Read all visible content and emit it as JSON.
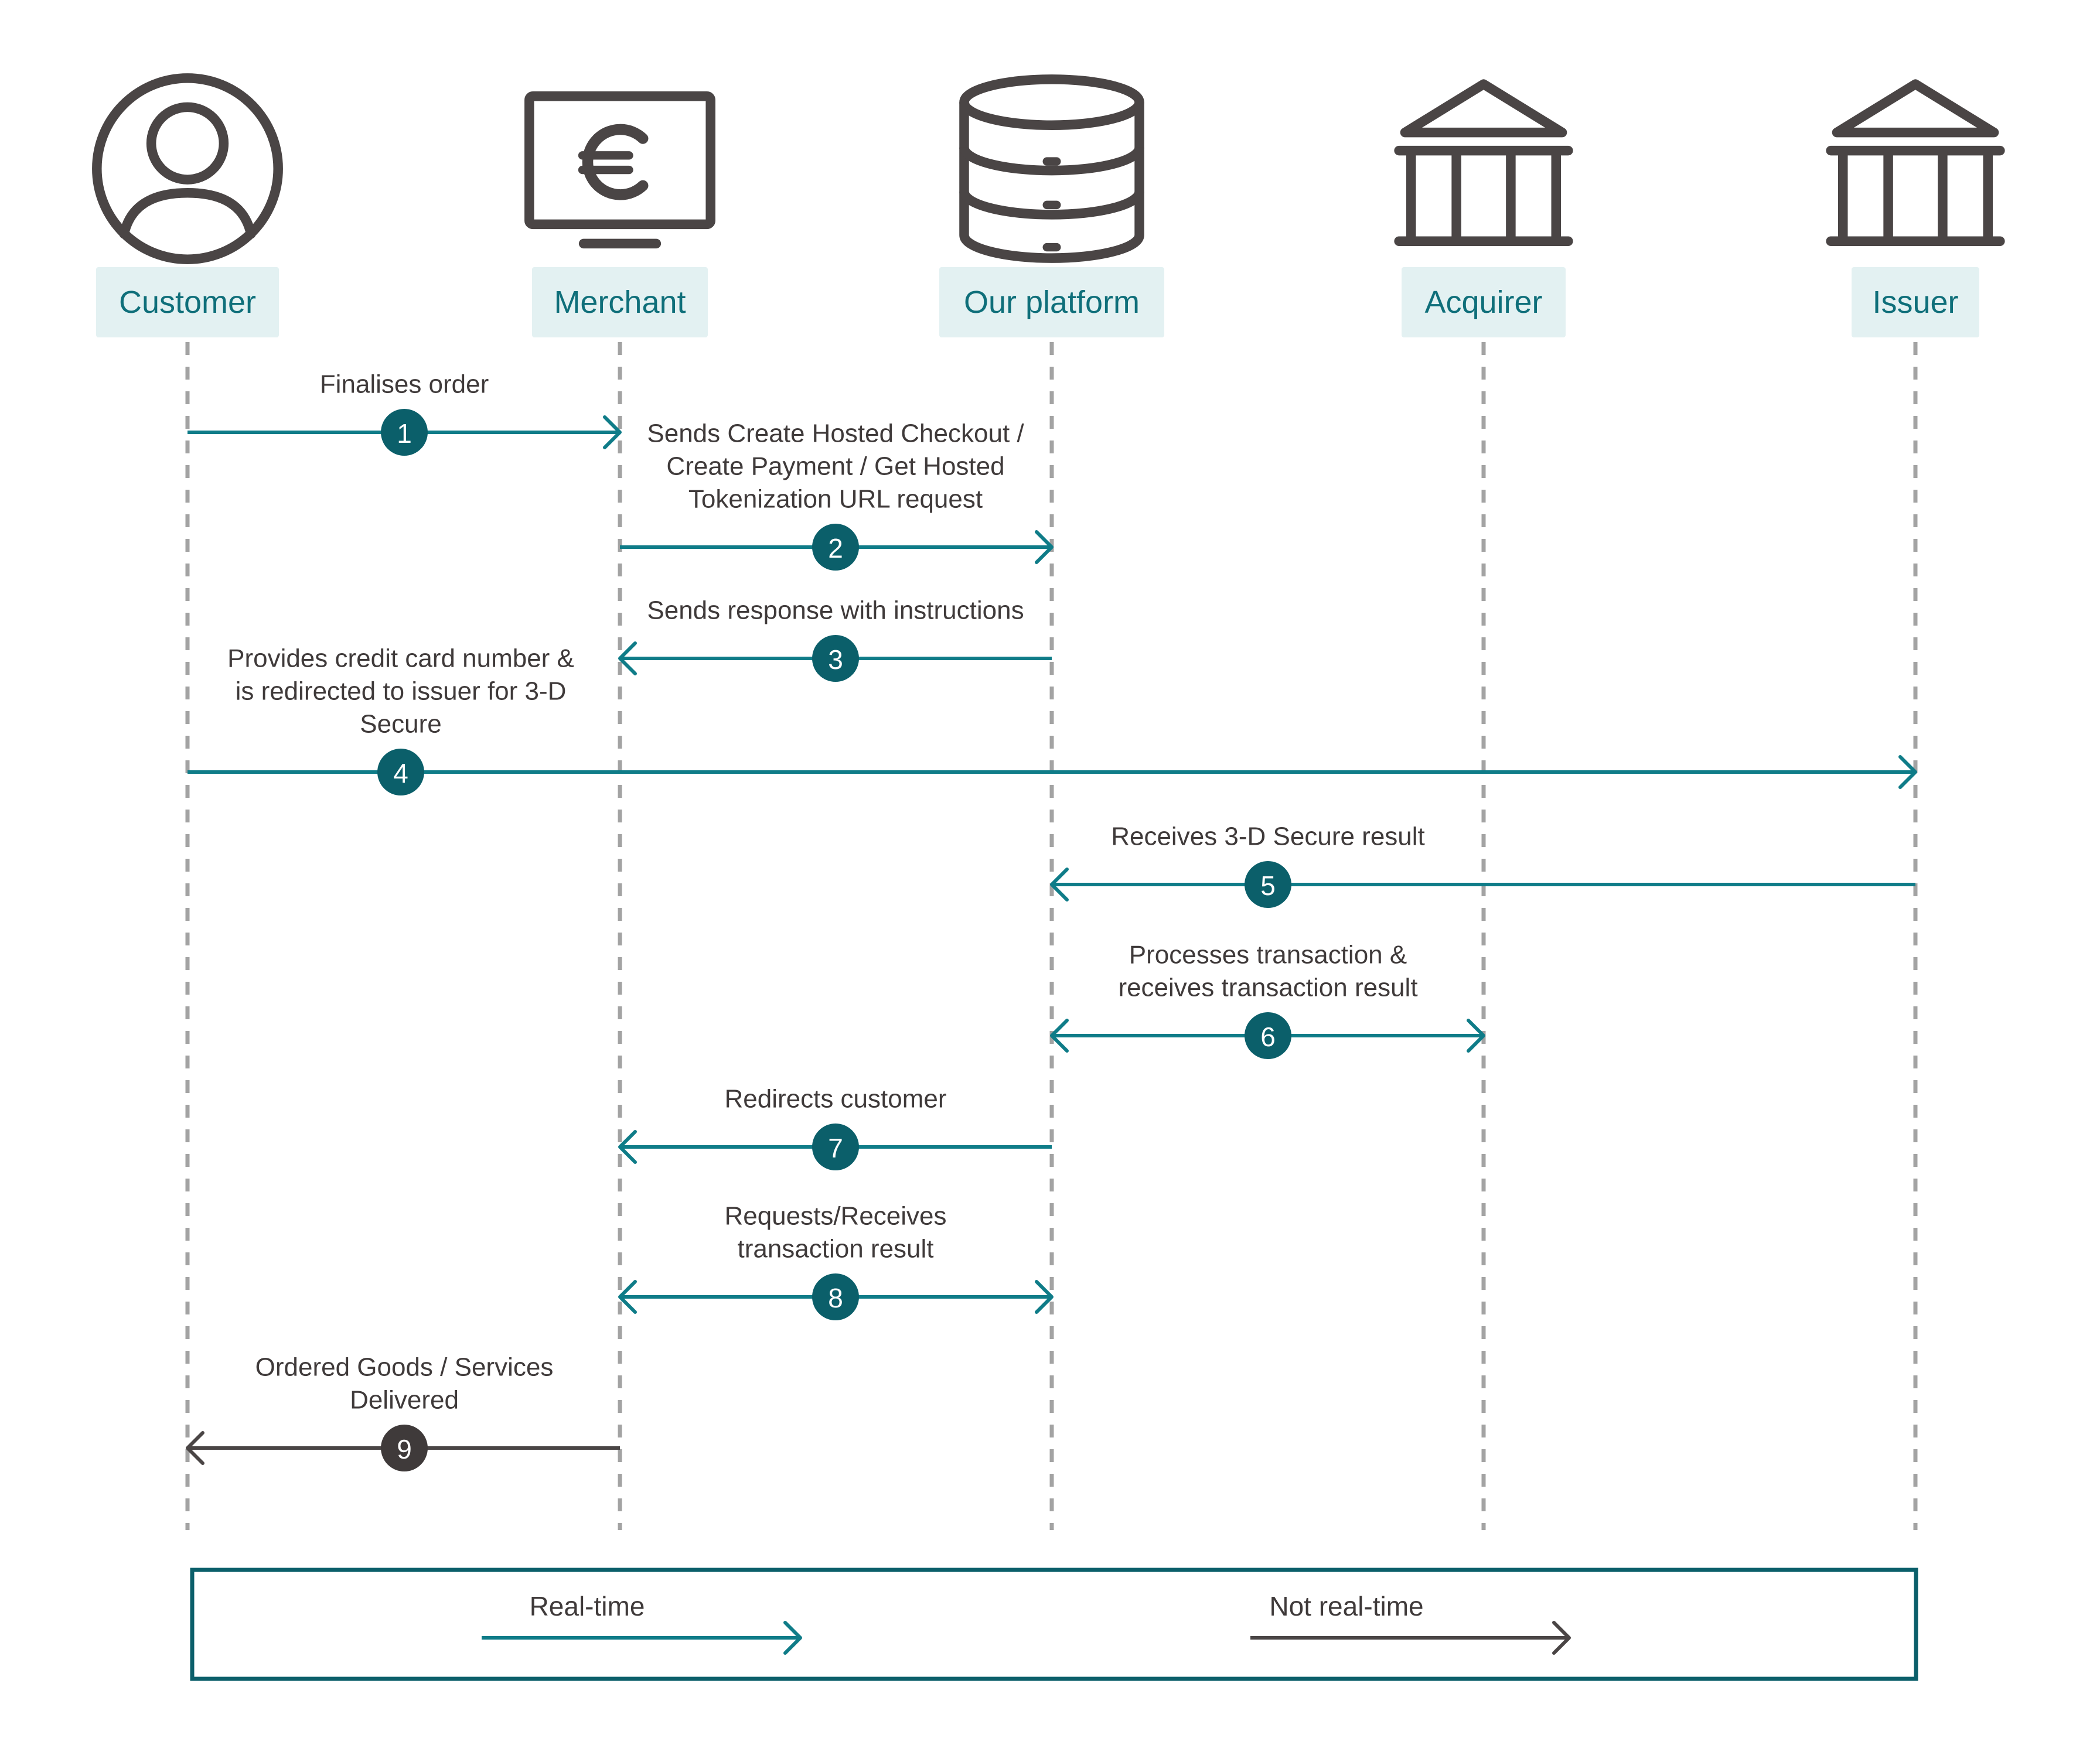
{
  "colors": {
    "teal": "#0f7c88",
    "dark_teal": "#0b5f6a",
    "label_bg": "#e3f1f2",
    "label_text": "#0f6f7a",
    "icon": "#4a4545",
    "text": "#3f3a3a",
    "lifeline": "#a3a3a3",
    "dark_arrow": "#4a4545",
    "dark_badge": "#3f3a3a"
  },
  "actors": [
    {
      "id": "customer",
      "label": "Customer",
      "icon": "user-circle-icon"
    },
    {
      "id": "merchant",
      "label": "Merchant",
      "icon": "euro-monitor-icon"
    },
    {
      "id": "platform",
      "label": "Our platform",
      "icon": "database-icon"
    },
    {
      "id": "acquirer",
      "label": "Acquirer",
      "icon": "bank-icon"
    },
    {
      "id": "issuer",
      "label": "Issuer",
      "icon": "bank-icon"
    }
  ],
  "messages": [
    {
      "number": "1",
      "from": "customer",
      "to": "merchant",
      "kind": "realtime",
      "bidirectional": false,
      "lines": [
        "Finalises order"
      ]
    },
    {
      "number": "2",
      "from": "merchant",
      "to": "platform",
      "kind": "realtime",
      "bidirectional": false,
      "lines": [
        "Sends Create Hosted Checkout /",
        "Create Payment / Get Hosted",
        "Tokenization URL request"
      ]
    },
    {
      "number": "3",
      "from": "platform",
      "to": "merchant",
      "kind": "realtime",
      "bidirectional": false,
      "lines": [
        "Sends response with instructions"
      ]
    },
    {
      "number": "4",
      "from": "customer",
      "to": "issuer",
      "kind": "realtime",
      "bidirectional": false,
      "lines": [
        "Provides credit card number &",
        "is redirected to issuer for 3-D",
        "Secure"
      ]
    },
    {
      "number": "5",
      "from": "issuer",
      "to": "platform",
      "kind": "realtime",
      "bidirectional": false,
      "lines": [
        "Receives 3-D Secure result"
      ]
    },
    {
      "number": "6",
      "from": "platform",
      "to": "acquirer",
      "kind": "realtime",
      "bidirectional": true,
      "lines": [
        "Processes transaction &",
        "receives transaction result"
      ]
    },
    {
      "number": "7",
      "from": "platform",
      "to": "merchant",
      "kind": "realtime",
      "bidirectional": false,
      "lines": [
        "Redirects customer"
      ]
    },
    {
      "number": "8",
      "from": "merchant",
      "to": "platform",
      "kind": "realtime",
      "bidirectional": true,
      "lines": [
        "Requests/Receives",
        "transaction result"
      ]
    },
    {
      "number": "9",
      "from": "merchant",
      "to": "customer",
      "kind": "not-realtime",
      "bidirectional": false,
      "lines": [
        "Ordered Goods / Services",
        "Delivered"
      ]
    }
  ],
  "legend": {
    "realtime_label": "Real-time",
    "not_realtime_label": "Not real-time"
  }
}
